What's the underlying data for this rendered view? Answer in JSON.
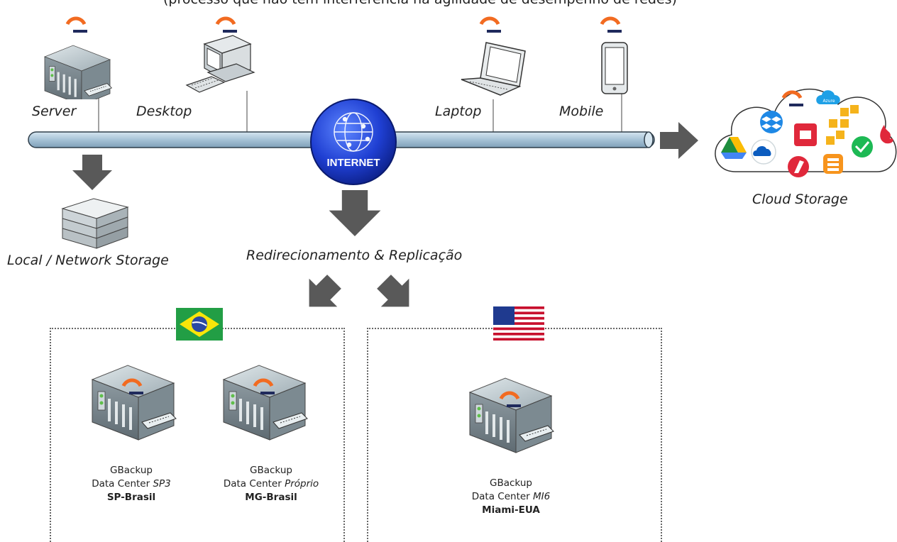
{
  "header": {
    "text": "(processo que não tem interferência na agilidade de desempenho de redes)"
  },
  "devices": {
    "server": "Server",
    "desktop": "Desktop",
    "laptop": "Laptop",
    "mobile": "Mobile"
  },
  "network": {
    "hub_label": "INTERNET"
  },
  "storage": {
    "local": "Local / Network Storage",
    "cloud": "Cloud Storage"
  },
  "replication": {
    "label": "Redirecionamento & Replicação"
  },
  "datacenters": [
    {
      "line1": "GBackup",
      "line2": "Data Center",
      "line2_italic": "SP3",
      "line3": "SP-Brasil"
    },
    {
      "line1": "GBackup",
      "line2": "Data Center",
      "line2_italic": "Próprio",
      "line3": "MG-Brasil"
    },
    {
      "line1": "GBackup",
      "line2": "Data Center",
      "line2_italic": "MI6",
      "line3": "Miami-EUA"
    }
  ],
  "colors": {
    "brand_orange": "#f26b21",
    "brand_navy": "#1f2a5c",
    "pipe": "#a9c4d8",
    "arrow": "#595959",
    "internet_blue": "#1c3fd0"
  }
}
